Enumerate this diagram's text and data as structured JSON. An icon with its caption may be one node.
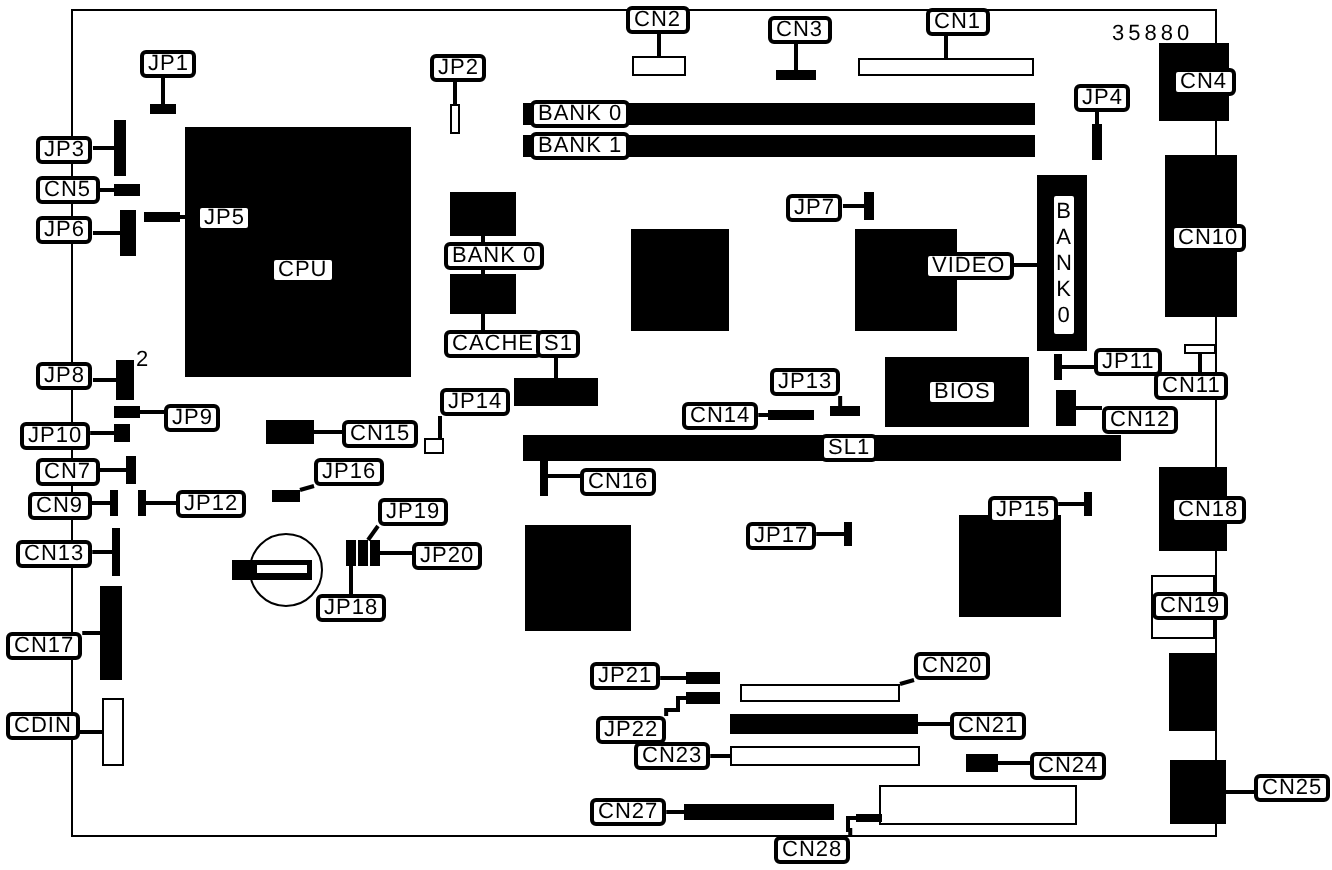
{
  "diagram": {
    "nodes": [
      {
        "text": [
          "JP1"
        ]
      },
      {
        "text": [
          "JP2"
        ]
      },
      {
        "text": [
          "CN2"
        ]
      },
      {
        "text": [
          "CN3"
        ]
      },
      {
        "text": [
          "CN1"
        ]
      },
      {
        "text": [
          "JP4"
        ]
      },
      {
        "text": [
          "JP3"
        ]
      },
      {
        "text": [
          "CN5"
        ]
      },
      {
        "text": [
          "JP6"
        ]
      },
      {
        "text": [
          "JP5"
        ]
      },
      {
        "text": [
          "CPU"
        ]
      },
      {
        "text": [
          "BANK 0"
        ]
      },
      {
        "text": [
          "CACHE"
        ]
      },
      {
        "text": [
          "S1"
        ]
      },
      {
        "text": [
          "JP14"
        ]
      },
      {
        "text": [
          "JP8"
        ]
      },
      {
        "text": [
          "JP9"
        ]
      },
      {
        "text": [
          "JP10"
        ]
      },
      {
        "text": [
          "CN15"
        ]
      },
      {
        "text": [
          "BANK 0"
        ]
      },
      {
        "text": [
          "BANK 1"
        ]
      },
      {
        "text": [
          "JP7"
        ]
      },
      {
        "text": [
          "VIDEO"
        ]
      },
      {
        "text": [
          "BANK0"
        ]
      },
      {
        "text": [
          "JP11"
        ]
      },
      {
        "text": [
          "CN11"
        ]
      },
      {
        "text": [
          "CN12"
        ]
      },
      {
        "text": [
          "BIOS"
        ]
      },
      {
        "text": [
          "JP13"
        ]
      },
      {
        "text": [
          "CN14"
        ]
      },
      {
        "text": [
          "SL1"
        ]
      },
      {
        "text": [
          "CN7"
        ]
      },
      {
        "text": [
          "CN9"
        ]
      },
      {
        "text": [
          "JP12"
        ]
      },
      {
        "text": [
          "JP16"
        ]
      },
      {
        "text": [
          "CN16"
        ]
      },
      {
        "text": [
          "CN13"
        ]
      },
      {
        "text": [
          "JP19"
        ]
      },
      {
        "text": [
          "JP20"
        ]
      },
      {
        "text": [
          "JP18"
        ]
      },
      {
        "text": [
          "CN17"
        ]
      },
      {
        "text": [
          "CDIN"
        ]
      },
      {
        "text": [
          "JP15"
        ]
      },
      {
        "text": [
          "JP17"
        ]
      },
      {
        "text": [
          "CN18"
        ]
      },
      {
        "text": [
          "CN19"
        ]
      },
      {
        "text": [
          "CN20"
        ]
      },
      {
        "text": [
          "CN21"
        ]
      },
      {
        "text": [
          "CN23"
        ]
      },
      {
        "text": [
          "CN24"
        ]
      },
      {
        "text": [
          "CN25"
        ]
      },
      {
        "text": [
          "JP21"
        ]
      },
      {
        "text": [
          "JP22"
        ]
      },
      {
        "text": [
          "CN27"
        ]
      },
      {
        "text": [
          "CN28"
        ]
      },
      {
        "text": [
          "CN4"
        ]
      },
      {
        "text": [
          "CN10"
        ]
      },
      {
        "text": [],
        "shape": "box"
      },
      {
        "text": [],
        "shape": "box"
      },
      {
        "text": [],
        "shape": "box"
      },
      {
        "text": [],
        "shape": "box"
      },
      {
        "text": [],
        "shape": "box"
      },
      {
        "text": [],
        "shape": "box"
      },
      {
        "text": [],
        "shape": "box"
      },
      {
        "text": [],
        "shape": "box"
      },
      {
        "text": [],
        "shape": "box"
      },
      {
        "text": [],
        "shape": "box"
      },
      {
        "text": [],
        "shape": "box"
      },
      {
        "text": [],
        "shape": "box"
      },
      {
        "text": [],
        "shape": "box"
      },
      {
        "text": [],
        "shape": "box"
      },
      {
        "text": [],
        "shape": "box"
      },
      {
        "text": [],
        "shape": "box"
      },
      {
        "text": [],
        "shape": "box"
      },
      {
        "text": [],
        "shape": "box"
      },
      {
        "text": [],
        "shape": "box"
      },
      {
        "text": [],
        "shape": "box"
      },
      {
        "text": [],
        "shape": "box"
      },
      {
        "text": [],
        "shape": "box"
      },
      {
        "text": [],
        "shape": "box"
      },
      {
        "text": [],
        "shape": "box"
      },
      {
        "text": [],
        "shape": "box"
      },
      {
        "text": [],
        "shape": "box"
      },
      {
        "text": [],
        "shape": "box"
      },
      {
        "text": [],
        "shape": "box"
      },
      {
        "text": [],
        "shape": "box"
      },
      {
        "text": [],
        "shape": "box"
      },
      {
        "text": [],
        "shape": "box"
      },
      {
        "text": [],
        "shape": "box"
      },
      {
        "text": [],
        "shape": "box"
      },
      {
        "text": [],
        "shape": "box"
      },
      {
        "text": [],
        "shape": "box"
      },
      {
        "text": [],
        "shape": "box"
      },
      {
        "text": [],
        "shape": "box"
      },
      {
        "text": [],
        "shape": "box"
      },
      {
        "text": [],
        "shape": "box"
      },
      {
        "text": [],
        "shape": "box"
      },
      {
        "text": [],
        "shape": "box"
      },
      {
        "text": [],
        "shape": "box"
      },
      {
        "text": [],
        "shape": "box"
      },
      {
        "text": [],
        "shape": "box"
      },
      {
        "text": [],
        "shape": "box"
      },
      {
        "text": [],
        "shape": "box"
      }
    ],
    "edges": [
      {
        "from": 0,
        "to": 57,
        "arrow": "none"
      },
      {
        "from": 1,
        "to": 58,
        "arrow": "none"
      },
      {
        "from": 2,
        "to": 59,
        "arrow": "none"
      },
      {
        "from": 3,
        "to": 60,
        "arrow": "none"
      },
      {
        "from": 4,
        "to": 61,
        "arrow": "none"
      },
      {
        "from": 5,
        "to": 62,
        "arrow": "none"
      },
      {
        "from": 6,
        "to": 63,
        "arrow": "none"
      },
      {
        "from": 7,
        "to": 64,
        "arrow": "none"
      },
      {
        "from": 8,
        "to": 65,
        "arrow": "none"
      },
      {
        "from": 9,
        "to": 66,
        "arrow": "none"
      },
      {
        "from": 12,
        "to": 67,
        "arrow": "none"
      },
      {
        "from": 12,
        "to": 68,
        "arrow": "none"
      },
      {
        "from": 13,
        "to": 69,
        "arrow": "none"
      },
      {
        "from": 14,
        "to": 70,
        "arrow": "none"
      },
      {
        "from": 15,
        "to": 71,
        "arrow": "none"
      },
      {
        "from": 16,
        "to": 72,
        "arrow": "none"
      },
      {
        "from": 17,
        "to": 73,
        "arrow": "none"
      },
      {
        "from": 18,
        "to": 74,
        "arrow": "none"
      },
      {
        "from": 21,
        "to": 75,
        "arrow": "none"
      },
      {
        "from": 22,
        "to": 23,
        "arrow": "none"
      },
      {
        "from": 24,
        "to": 76,
        "arrow": "none"
      },
      {
        "from": 25,
        "to": 77,
        "arrow": "none"
      },
      {
        "from": 26,
        "to": 78,
        "arrow": "none"
      },
      {
        "from": 28,
        "to": 79,
        "arrow": "none"
      },
      {
        "from": 29,
        "to": 80,
        "arrow": "none"
      },
      {
        "from": 31,
        "to": 81,
        "arrow": "none"
      },
      {
        "from": 32,
        "to": 82,
        "arrow": "none"
      },
      {
        "from": 33,
        "to": 83,
        "arrow": "none"
      },
      {
        "from": 34,
        "to": 84,
        "arrow": "none"
      },
      {
        "from": 35,
        "to": 85,
        "arrow": "none"
      },
      {
        "from": 36,
        "to": 86,
        "arrow": "none"
      },
      {
        "from": 37,
        "to": 88,
        "arrow": "none"
      },
      {
        "from": 38,
        "to": 89,
        "arrow": "none"
      },
      {
        "from": 39,
        "to": 87,
        "arrow": "none"
      },
      {
        "from": 40,
        "to": 90,
        "arrow": "none"
      },
      {
        "from": 41,
        "to": 91,
        "arrow": "none"
      },
      {
        "from": 42,
        "to": 92,
        "arrow": "none"
      },
      {
        "from": 43,
        "to": 93,
        "arrow": "none"
      },
      {
        "from": 46,
        "to": 94,
        "arrow": "none"
      },
      {
        "from": 47,
        "to": 95,
        "arrow": "none"
      },
      {
        "from": 48,
        "to": 96,
        "arrow": "none"
      },
      {
        "from": 49,
        "to": 97,
        "arrow": "none"
      },
      {
        "from": 50,
        "to": 98,
        "arrow": "none"
      },
      {
        "from": 51,
        "to": 99,
        "arrow": "none"
      },
      {
        "from": 52,
        "to": 100,
        "arrow": "none"
      },
      {
        "from": 53,
        "to": 101,
        "arrow": "none"
      },
      {
        "from": 54,
        "to": 102,
        "arrow": "none"
      }
    ],
    "labels": [
      "35880",
      "2"
    ]
  }
}
